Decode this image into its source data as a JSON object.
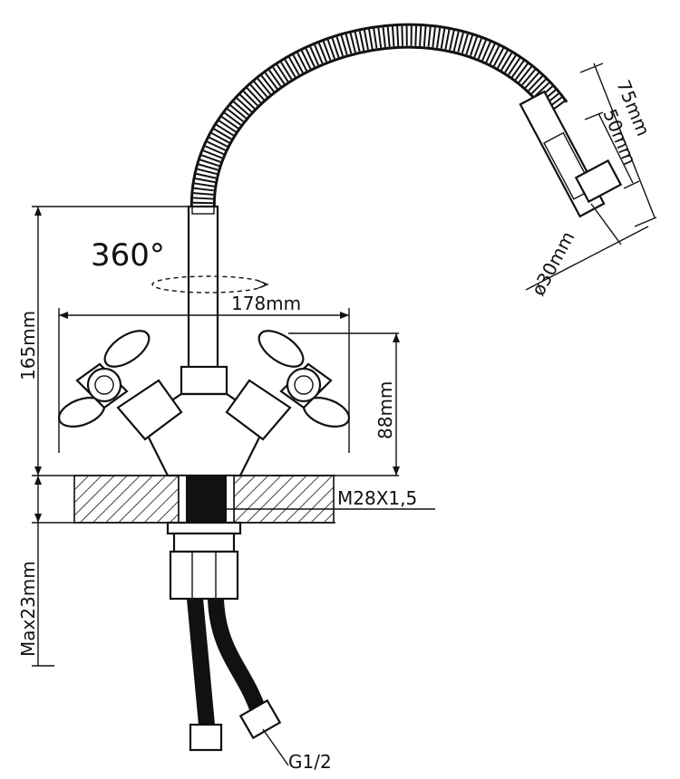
{
  "drawing": {
    "rotation_label": "360°",
    "width_label": "178mm",
    "height_label": "165mm",
    "handle_height_label": "88mm",
    "thread_label": "M28X1,5",
    "max_depth_label": "Max23mm",
    "hose_thread_label": "G1/2",
    "head_len_1_label": "75mm",
    "head_len_2_label": "50mm",
    "head_dia_label": "ø30mm"
  },
  "colors": {
    "line": "#111111",
    "background": "#ffffff"
  }
}
